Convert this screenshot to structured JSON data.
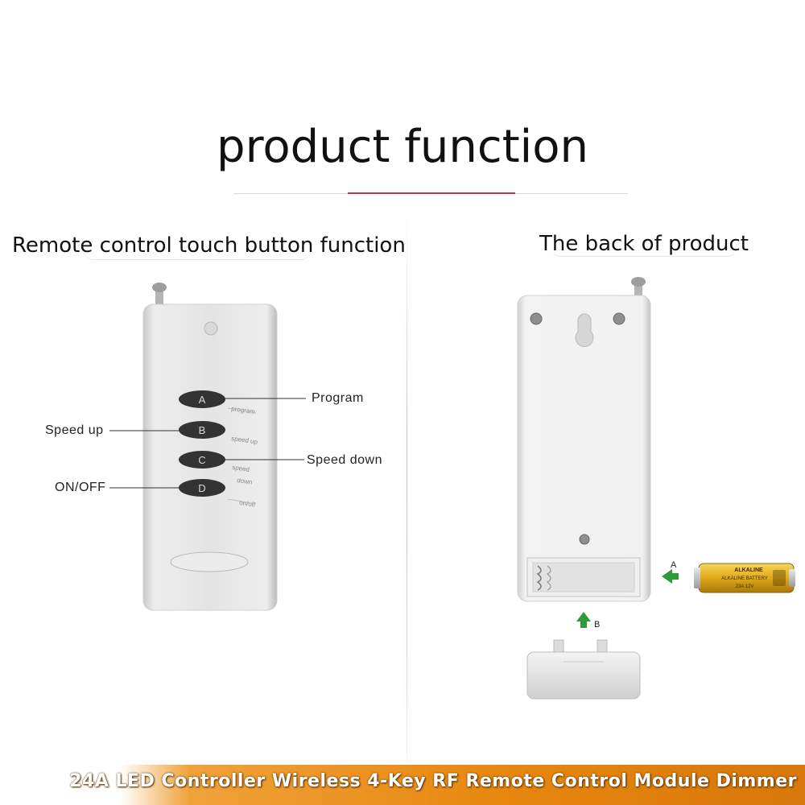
{
  "page": {
    "title": "product function"
  },
  "left_panel": {
    "heading": "Remote control touch button function",
    "callouts": {
      "program": "Program",
      "speed_up": "Speed up",
      "speed_down": "Speed down",
      "on_off": "ON/OFF"
    },
    "buttons": {
      "a": "A",
      "b": "B",
      "c": "C",
      "d": "D"
    },
    "printed_labels": {
      "a": "program",
      "b": "speed up",
      "c1": "speed",
      "c2": "down",
      "d": "on/off"
    }
  },
  "right_panel": {
    "heading": "The back of product",
    "arrow_a_label": "A",
    "arrow_b_label": "B",
    "battery": {
      "brand": "ALKALINE",
      "line1": "ALKALINE BATTERY",
      "line2": "23A 12V"
    }
  },
  "banner": {
    "text": "24A LED Controller Wireless 4-Key RF Remote Control Module Dimmer"
  },
  "colors": {
    "accent_rule": "#b63a3a",
    "banner": "#e8870f",
    "arrow_green": "#2e9a3c",
    "device_body": "#e2e2e2"
  }
}
